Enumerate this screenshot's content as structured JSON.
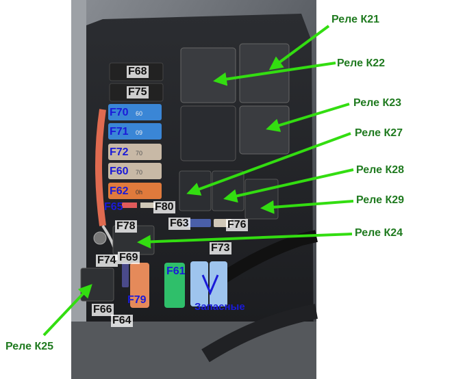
{
  "fuses_dark": {
    "f68": "F68",
    "f75": "F75",
    "f80": "F80",
    "f78": "F78",
    "f76": "F76",
    "f73": "F73",
    "f74": "F74",
    "f69": "F69",
    "f66": "F66",
    "f64": "F64"
  },
  "fuses_blue": {
    "f70": "F70",
    "f71": "F71",
    "f72": "F72",
    "f60": "F60",
    "f62": "F62",
    "f65": "F65",
    "f63": "F63",
    "f61": "F61",
    "f79": "F79"
  },
  "relays": {
    "k21": "Реле К21",
    "k22": "Реле К22",
    "k23": "Реле К23",
    "k27": "Реле К27",
    "k28": "Реле К28",
    "k29": "Реле К29",
    "k24": "Реле К24",
    "k25": "Реле К25"
  },
  "spare_label": "Запасные",
  "colors": {
    "arrow": "#33dd11",
    "relay_text": "#1f7a1f",
    "blue_label": "#1a1ad8"
  }
}
